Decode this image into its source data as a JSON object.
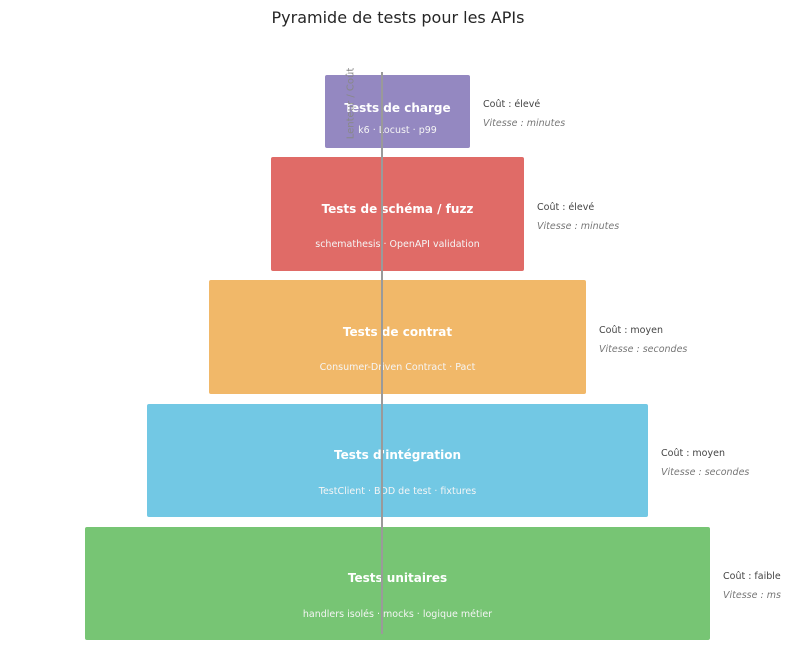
{
  "title": "Pyramide de tests pour les APIs",
  "axis_label": "Lenteur / Coût",
  "tiers": [
    {
      "name": "Tests de charge",
      "tools": "k6 · Locust · p99",
      "cost": "Coût : élevé",
      "speed": "Vitesse : minutes",
      "color": "#9488c1"
    },
    {
      "name": "Tests de schéma / fuzz",
      "tools": "schemathesis · OpenAPI validation",
      "cost": "Coût : élevé",
      "speed": "Vitesse : minutes",
      "color": "#e06b67"
    },
    {
      "name": "Tests de contrat",
      "tools": "Consumer-Driven Contract · Pact",
      "cost": "Coût : moyen",
      "speed": "Vitesse : secondes",
      "color": "#f1b869"
    },
    {
      "name": "Tests d'intégration",
      "tools": "TestClient · BDD de test · fixtures",
      "cost": "Coût : moyen",
      "speed": "Vitesse : secondes",
      "color": "#72c8e4"
    },
    {
      "name": "Tests unitaires",
      "tools": "handlers isolés · mocks · logique métier",
      "cost": "Coût : faible",
      "speed": "Vitesse : ms",
      "color": "#77c574"
    }
  ]
}
